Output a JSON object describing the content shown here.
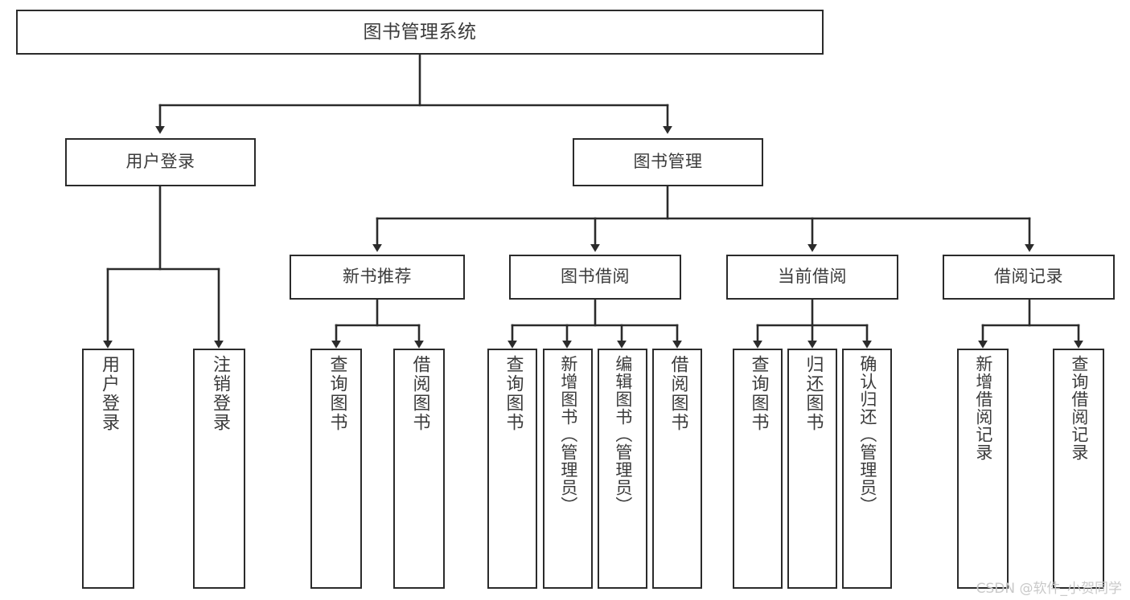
{
  "diagram": {
    "title": "图书管理系统",
    "type": "tree-hierarchy",
    "background_color": "#ffffff",
    "line_color": "#2b2b2b",
    "text_color": "#3b3b3b",
    "box_fill": "#ffffff"
  },
  "nodes": {
    "root": {
      "label": "图书管理系统"
    },
    "level2": [
      {
        "id": "user-login",
        "label": "用户登录"
      },
      {
        "id": "book-manage",
        "label": "图书管理"
      }
    ],
    "level3": [
      {
        "id": "new-book-rec",
        "label": "新书推荐"
      },
      {
        "id": "book-borrow",
        "label": "图书借阅"
      },
      {
        "id": "current-borrow",
        "label": "当前借阅"
      },
      {
        "id": "borrow-record",
        "label": "借阅记录"
      }
    ],
    "leaves": {
      "user_login": [
        {
          "id": "leaf-user-login",
          "label": "用户登录"
        },
        {
          "id": "leaf-logout",
          "label": "注销登录"
        }
      ],
      "new_book_rec": [
        {
          "id": "leaf-query-book-1",
          "label": "查询图书"
        },
        {
          "id": "leaf-borrow-book-1",
          "label": "借阅图书"
        }
      ],
      "book_borrow": [
        {
          "id": "leaf-query-book-2",
          "label": "查询图书"
        },
        {
          "id": "leaf-add-book",
          "label": "新增图书（管理员）"
        },
        {
          "id": "leaf-edit-book",
          "label": "编辑图书（管理员）"
        },
        {
          "id": "leaf-borrow-book-2",
          "label": "借阅图书"
        }
      ],
      "current_borrow": [
        {
          "id": "leaf-query-book-3",
          "label": "查询图书"
        },
        {
          "id": "leaf-return-book",
          "label": "归还图书"
        },
        {
          "id": "leaf-confirm-return",
          "label": "确认归还（管理员）"
        }
      ],
      "borrow_record": [
        {
          "id": "leaf-add-record",
          "label": "新增借阅记录"
        },
        {
          "id": "leaf-query-record",
          "label": "查询借阅记录"
        }
      ]
    }
  },
  "watermark": {
    "text": "CSDN @软件_小贺同学"
  }
}
